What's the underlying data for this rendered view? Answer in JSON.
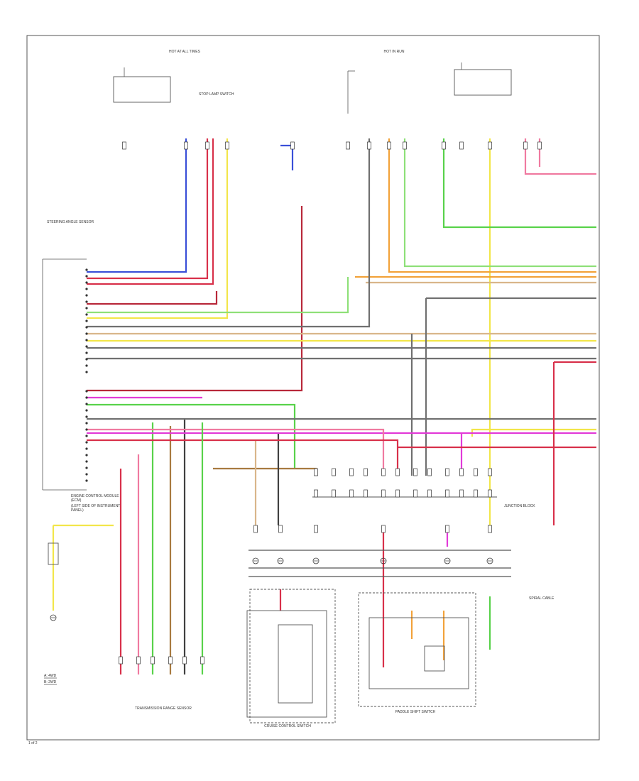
{
  "diagram": {
    "page_marker": "1 of 2",
    "main_labels": {
      "ecm": "ENGINE CONTROL MODULE (ECM)",
      "ecm_sub": "(LEFT SIDE OF INSTRUMENT PANEL)",
      "cruise_switch": "CRUISE CONTROL SWITCH",
      "paddle_switch": "PADDLE SHIFT SWITCH",
      "spiral_cable": "SPIRAL CABLE",
      "stop_lamp_switch": "STOP LAMP SWITCH",
      "trans_range_sensor": "TRANSMISSION RANGE SENSOR",
      "hot_in_run": "HOT IN RUN",
      "hot_at_all_times": "HOT AT ALL TIMES",
      "junction_block": "JUNCTION BLOCK",
      "steering_sensor": "STEERING ANGLE SENSOR"
    },
    "legend": [
      "A: 4WD",
      "B: 2WD"
    ],
    "colors": {
      "blue": "#3a4fd8",
      "red": "#d8304a",
      "pink": "#f07aa0",
      "yellow": "#f2e64a",
      "green": "#58d24a",
      "lightgreen": "#8ee078",
      "orange": "#f2a23a",
      "tan": "#d9b68a",
      "gray": "#707070",
      "darkgray": "#404040",
      "violet": "#e23ad8",
      "brown": "#a87a40",
      "dkred": "#b8283a",
      "frame": "#555555"
    }
  }
}
